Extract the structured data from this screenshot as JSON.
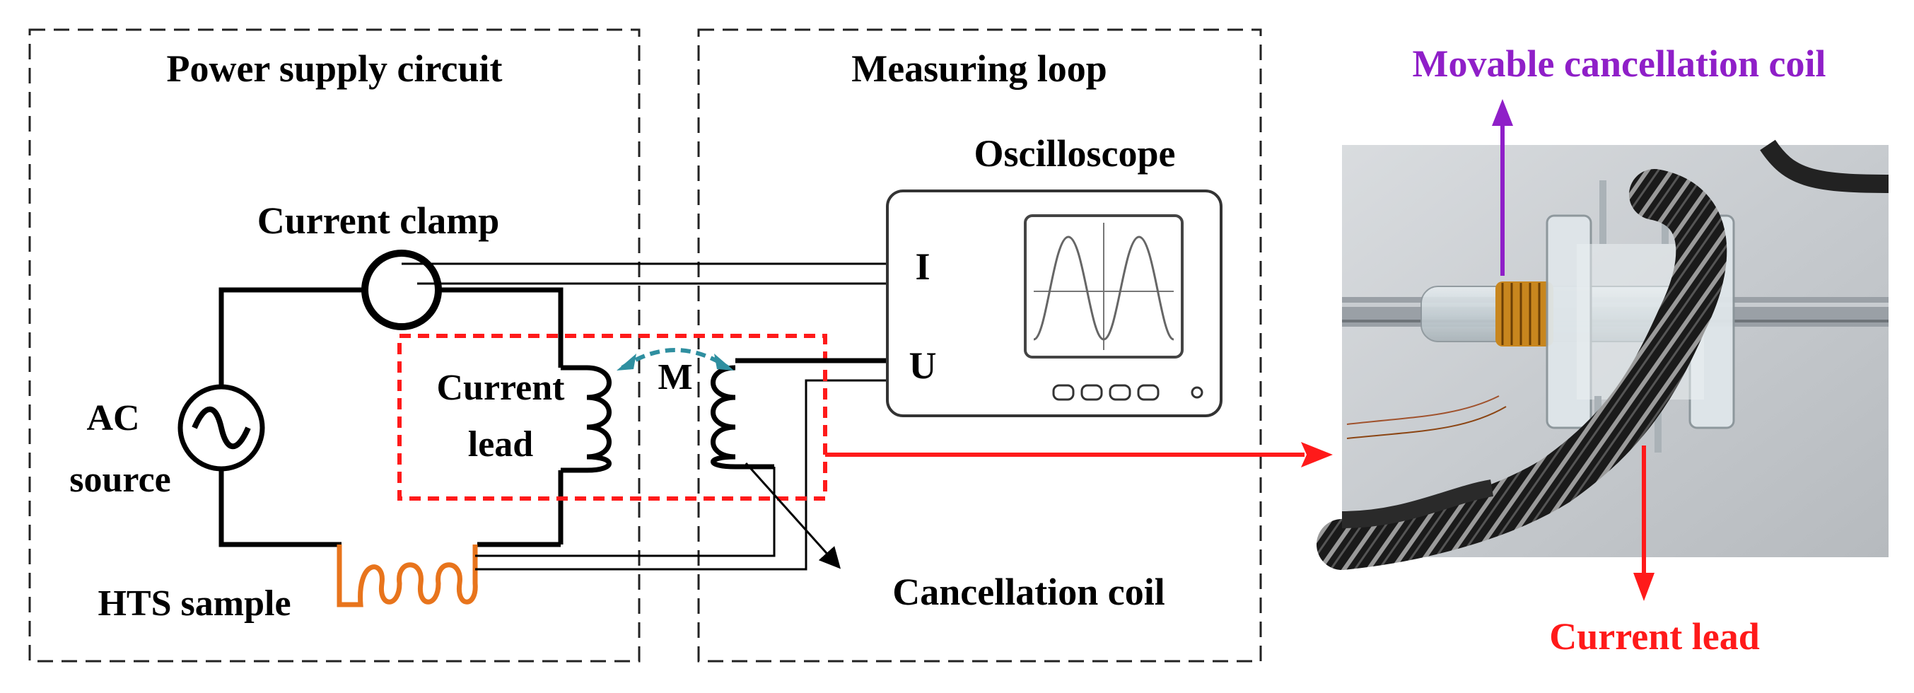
{
  "panels": {
    "power_supply": {
      "title": "Power supply circuit"
    },
    "measuring": {
      "title": "Measuring loop"
    }
  },
  "components": {
    "current_clamp": "Current clamp",
    "ac_source_line1": "AC",
    "ac_source_line2": "source",
    "hts_sample": "HTS sample",
    "current_lead_line1": "Current",
    "current_lead_line2": "lead",
    "mutual_inductance": "M",
    "oscilloscope": "Oscilloscope",
    "channel_i": "I",
    "channel_u": "U",
    "cancellation_coil": "Cancellation coil"
  },
  "photo": {
    "label_top": "Movable cancellation coil",
    "label_bottom": "Current lead"
  },
  "colors": {
    "wire": "#000000",
    "coil_orange": "#e8741c",
    "highlight_red": "#ff1a1a",
    "arrow_purple": "#8f1fc8",
    "mutual_teal": "#2f8fa0",
    "photo_rail": "#8a8f94"
  }
}
